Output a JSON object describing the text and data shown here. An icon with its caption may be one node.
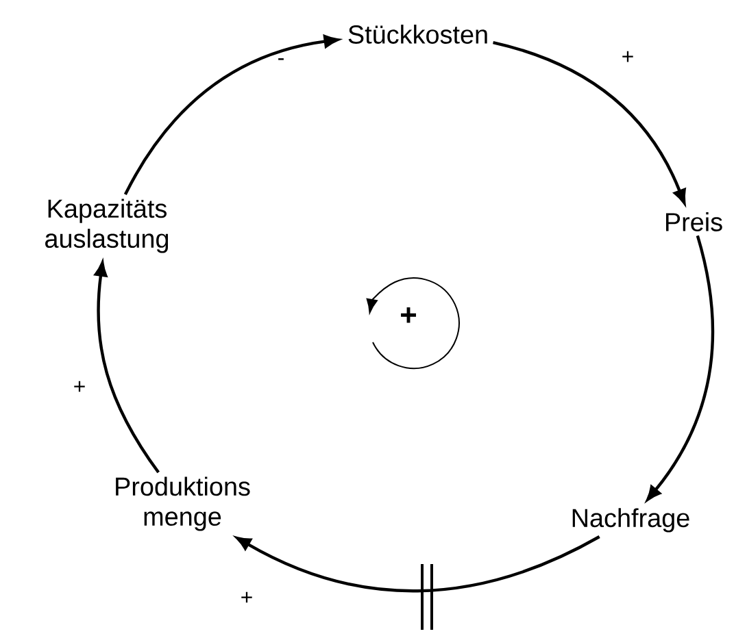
{
  "diagram": {
    "nodes": [
      {
        "text": [
          "Stückkosten"
        ]
      },
      {
        "text": [
          "Preis"
        ]
      },
      {
        "text": [
          "Nachfrage"
        ]
      },
      {
        "text": [
          "Produktions menge"
        ]
      },
      {
        "text": [
          "Kapazitäts auslastung"
        ]
      }
    ],
    "edges": [
      {
        "from": 0,
        "to": 1,
        "arrow": "to",
        "label": "+"
      },
      {
        "from": 1,
        "to": 2,
        "arrow": "to"
      },
      {
        "from": 2,
        "to": 3,
        "arrow": "to",
        "label": "+"
      },
      {
        "from": 3,
        "to": 4,
        "arrow": "to",
        "label": "+"
      },
      {
        "from": 4,
        "to": 0,
        "arrow": "to",
        "label": "-"
      }
    ],
    "labels": [
      "+"
    ]
  }
}
